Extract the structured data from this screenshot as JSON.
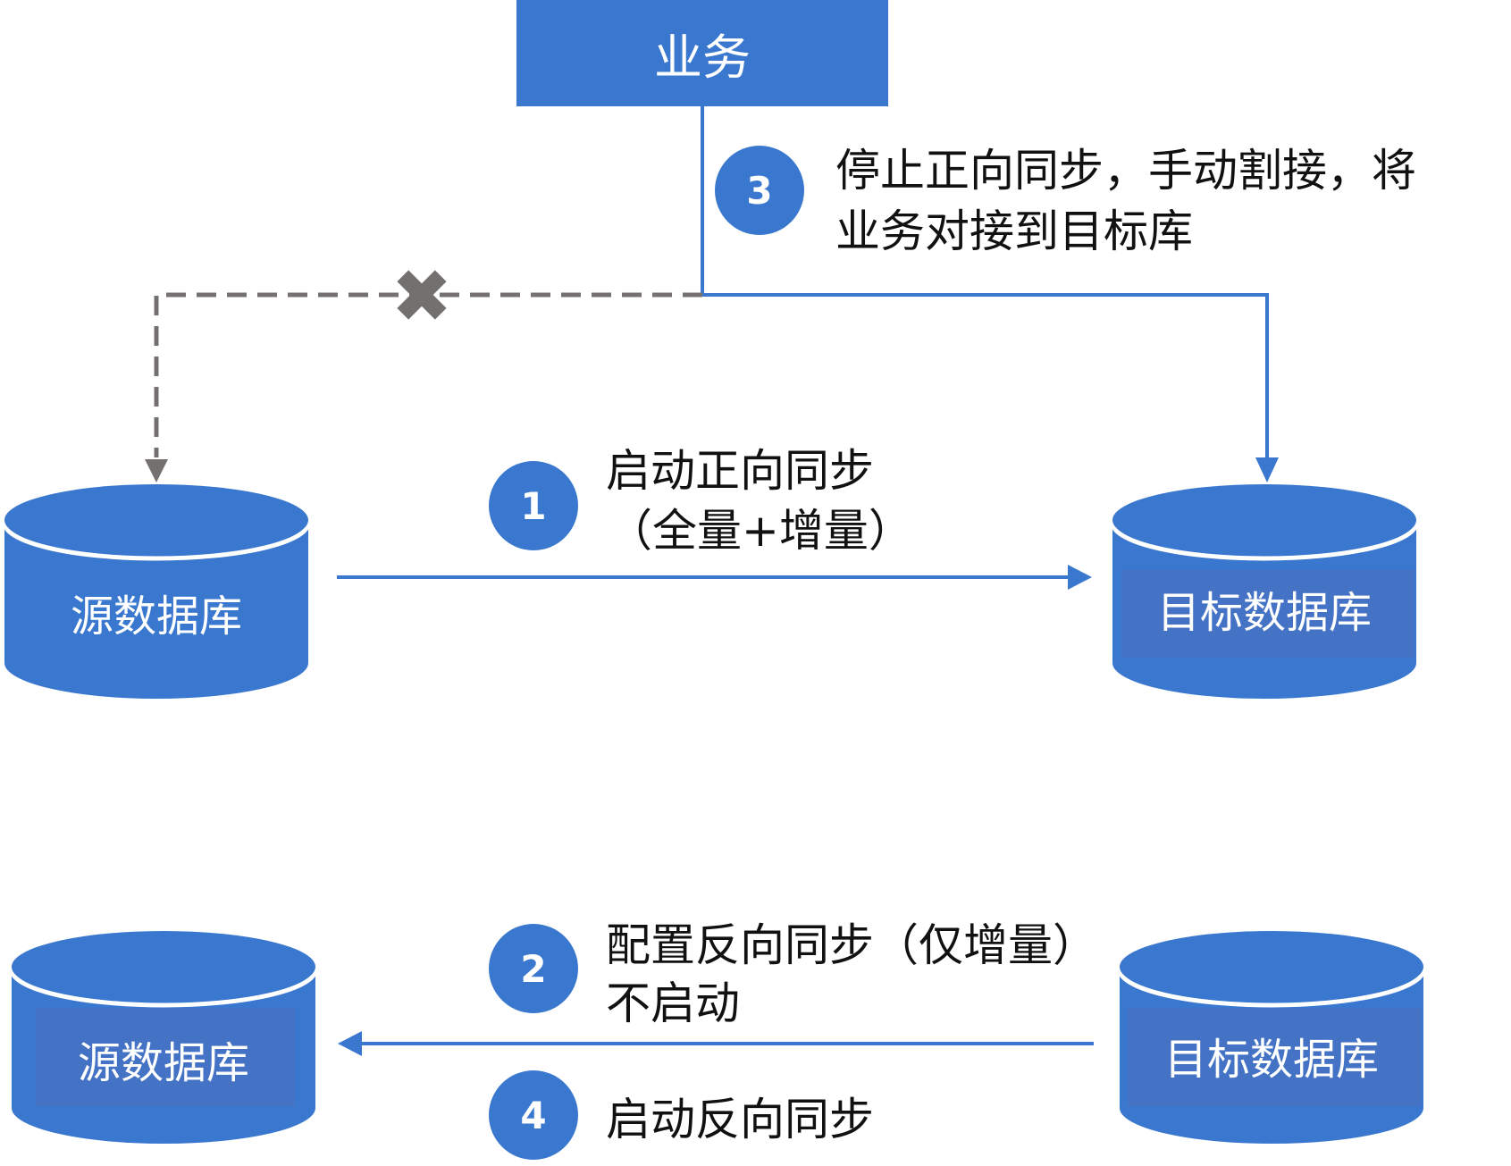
{
  "business_box": {
    "label": "业务"
  },
  "databases": {
    "top_source": {
      "label": "源数据库"
    },
    "top_target": {
      "label": "目标数据库"
    },
    "bottom_source": {
      "label": "源数据库"
    },
    "bottom_target": {
      "label": "目标数据库"
    }
  },
  "steps": [
    {
      "number": "1",
      "lines": [
        "启动正向同步",
        "（全量+增量）"
      ]
    },
    {
      "number": "2",
      "lines": [
        "配置反向同步（仅增量）",
        "不启动"
      ]
    },
    {
      "number": "3",
      "lines": [
        "停止正向同步，手动割接，将",
        "业务对接到目标库"
      ]
    },
    {
      "number": "4",
      "lines": [
        "启动反向同步"
      ]
    }
  ],
  "colors": {
    "primary": "#3a78d0",
    "label_band": "#4472c4",
    "disconnected": "#757070",
    "text": "#111111"
  }
}
